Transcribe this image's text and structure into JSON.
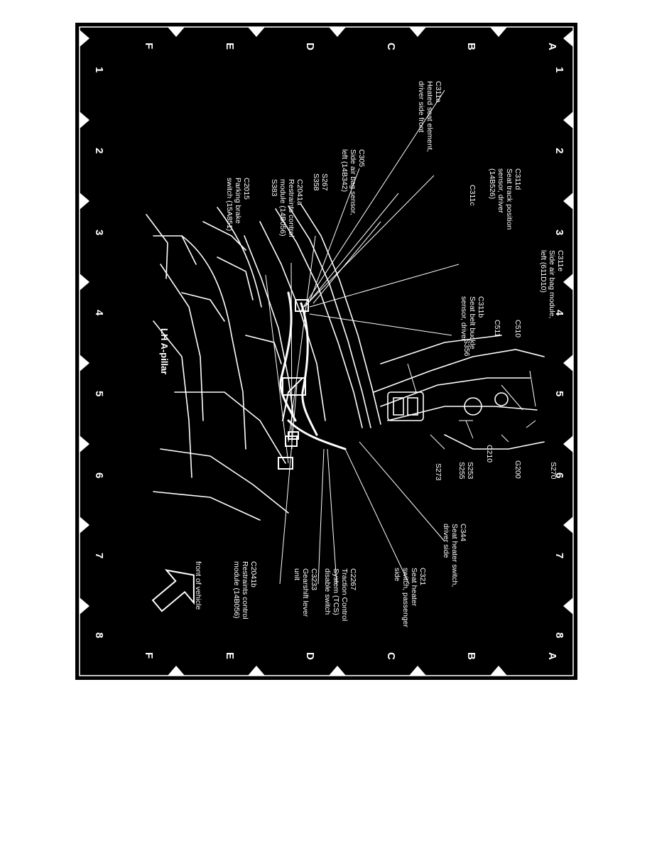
{
  "diagram": {
    "title": "LH A-pillar",
    "grid": {
      "columns": [
        "1",
        "2",
        "3",
        "4",
        "5",
        "6",
        "7",
        "8"
      ],
      "rows": [
        "A",
        "B",
        "C",
        "D",
        "E",
        "F"
      ]
    },
    "labels": [
      {
        "id": "c311a",
        "lines": [
          "C311a",
          "Heated seat element,",
          "driver side front"
        ]
      },
      {
        "id": "c311d",
        "lines": [
          "C311d",
          "Seat track position",
          "sensor, driver",
          "(14B526)"
        ]
      },
      {
        "id": "c311c",
        "lines": [
          "C311c"
        ]
      },
      {
        "id": "c305",
        "lines": [
          "C305",
          "Side air bag sensor,",
          "left (14B342)"
        ]
      },
      {
        "id": "s267",
        "lines": [
          "S267",
          "S358"
        ]
      },
      {
        "id": "c2041a",
        "lines": [
          "C2041a",
          "Restraints control",
          "module (14B056)",
          "S383"
        ]
      },
      {
        "id": "c2015",
        "lines": [
          "C2015",
          "Parking brake",
          "switch (15A851)"
        ]
      },
      {
        "id": "c311e",
        "lines": [
          "C311e",
          "Side air bag module,",
          "left (611D10)"
        ]
      },
      {
        "id": "c311b",
        "lines": [
          "C311b",
          "Seat belt buckle",
          "sensor, driver"
        ]
      },
      {
        "id": "c510",
        "lines": [
          "C510"
        ]
      },
      {
        "id": "c511",
        "lines": [
          "C511"
        ]
      },
      {
        "id": "s356",
        "lines": [
          "S356"
        ]
      },
      {
        "id": "s270",
        "lines": [
          "S270"
        ]
      },
      {
        "id": "g200",
        "lines": [
          "G200"
        ]
      },
      {
        "id": "c210",
        "lines": [
          "C210"
        ]
      },
      {
        "id": "s253",
        "lines": [
          "S253",
          "S255"
        ]
      },
      {
        "id": "s273",
        "lines": [
          "S273"
        ]
      },
      {
        "id": "c344",
        "lines": [
          "C344",
          "Seat heater switch,",
          "driver side"
        ]
      },
      {
        "id": "c321",
        "lines": [
          "C321",
          "Seat heater",
          "switch, passenger",
          "side"
        ]
      },
      {
        "id": "c2267",
        "lines": [
          "C2267",
          "Traction Control",
          "System (TCS)",
          "disable switch"
        ]
      },
      {
        "id": "c3233",
        "lines": [
          "C3233",
          "Gearshift lever",
          "unit"
        ]
      },
      {
        "id": "c2041b",
        "lines": [
          "C2041b",
          "Restraints control",
          "module (14B056)"
        ]
      },
      {
        "id": "front",
        "lines": [
          "front of vehicle"
        ]
      }
    ]
  }
}
